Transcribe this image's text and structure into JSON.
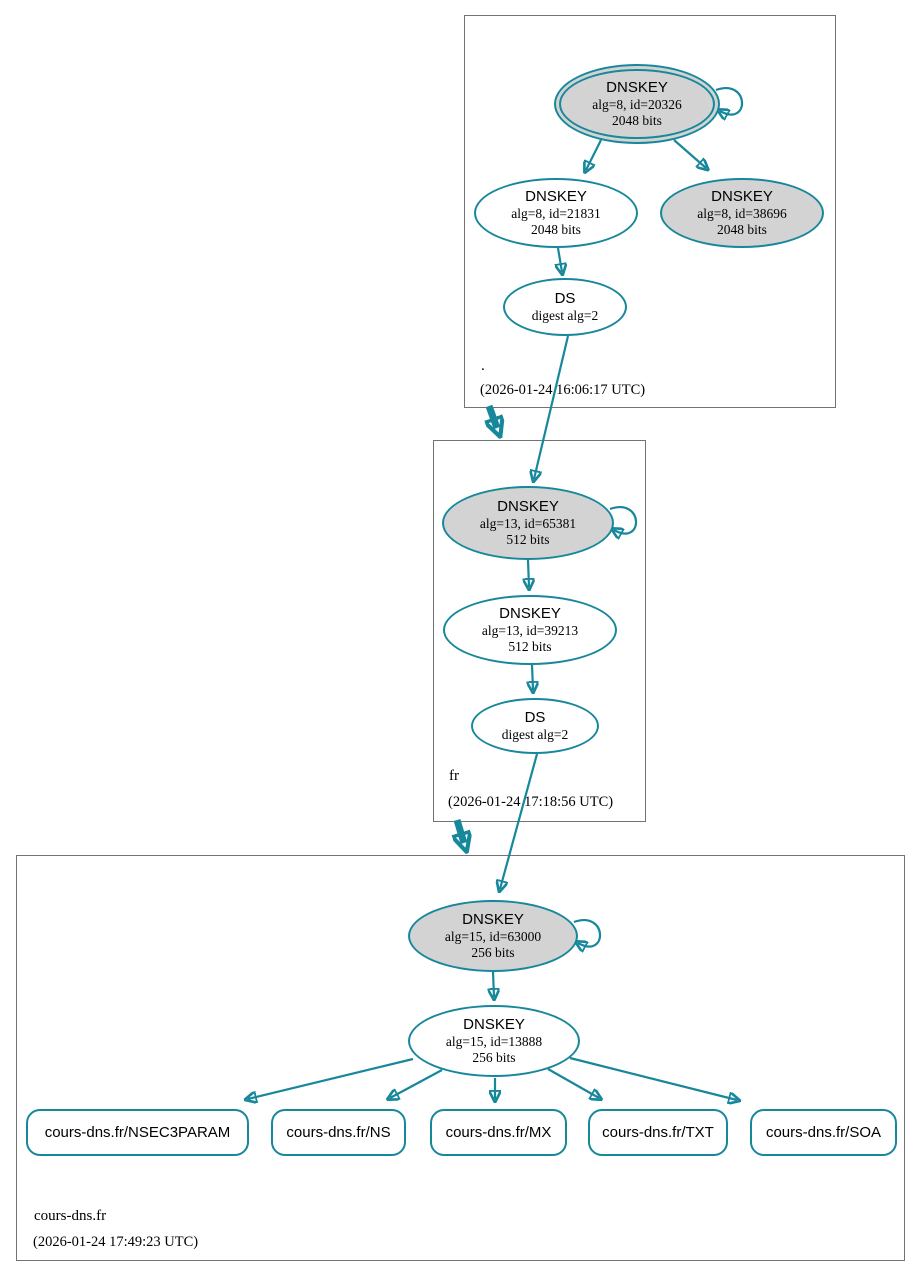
{
  "colors": {
    "edge": "#17879b",
    "ksk_fill": "#d3d3d3",
    "node_fill": "#ffffff",
    "zone_box_border": "#737373",
    "text": "#000000"
  },
  "zones": {
    "root": {
      "label": ".",
      "timestamp": "(2026-01-24 16:06:17 UTC)",
      "nodes": {
        "ksk": {
          "title": "DNSKEY",
          "line1": "alg=8, id=20326",
          "line2": "2048 bits"
        },
        "zsk": {
          "title": "DNSKEY",
          "line1": "alg=8, id=21831",
          "line2": "2048 bits"
        },
        "key2": {
          "title": "DNSKEY",
          "line1": "alg=8, id=38696",
          "line2": "2048 bits"
        },
        "ds": {
          "title": "DS",
          "line1": "digest alg=2"
        }
      }
    },
    "fr": {
      "label": "fr",
      "timestamp": "(2026-01-24 17:18:56 UTC)",
      "nodes": {
        "ksk": {
          "title": "DNSKEY",
          "line1": "alg=13, id=65381",
          "line2": "512 bits"
        },
        "zsk": {
          "title": "DNSKEY",
          "line1": "alg=13, id=39213",
          "line2": "512 bits"
        },
        "ds": {
          "title": "DS",
          "line1": "digest alg=2"
        }
      }
    },
    "cours": {
      "label": "cours-dns.fr",
      "timestamp": "(2026-01-24 17:49:23 UTC)",
      "nodes": {
        "ksk": {
          "title": "DNSKEY",
          "line1": "alg=15, id=63000",
          "line2": "256 bits"
        },
        "zsk": {
          "title": "DNSKEY",
          "line1": "alg=15, id=13888",
          "line2": "256 bits"
        }
      },
      "rrsets": {
        "nsec3param": "cours-dns.fr/NSEC3PARAM",
        "ns": "cours-dns.fr/NS",
        "mx": "cours-dns.fr/MX",
        "txt": "cours-dns.fr/TXT",
        "soa": "cours-dns.fr/SOA"
      }
    }
  }
}
